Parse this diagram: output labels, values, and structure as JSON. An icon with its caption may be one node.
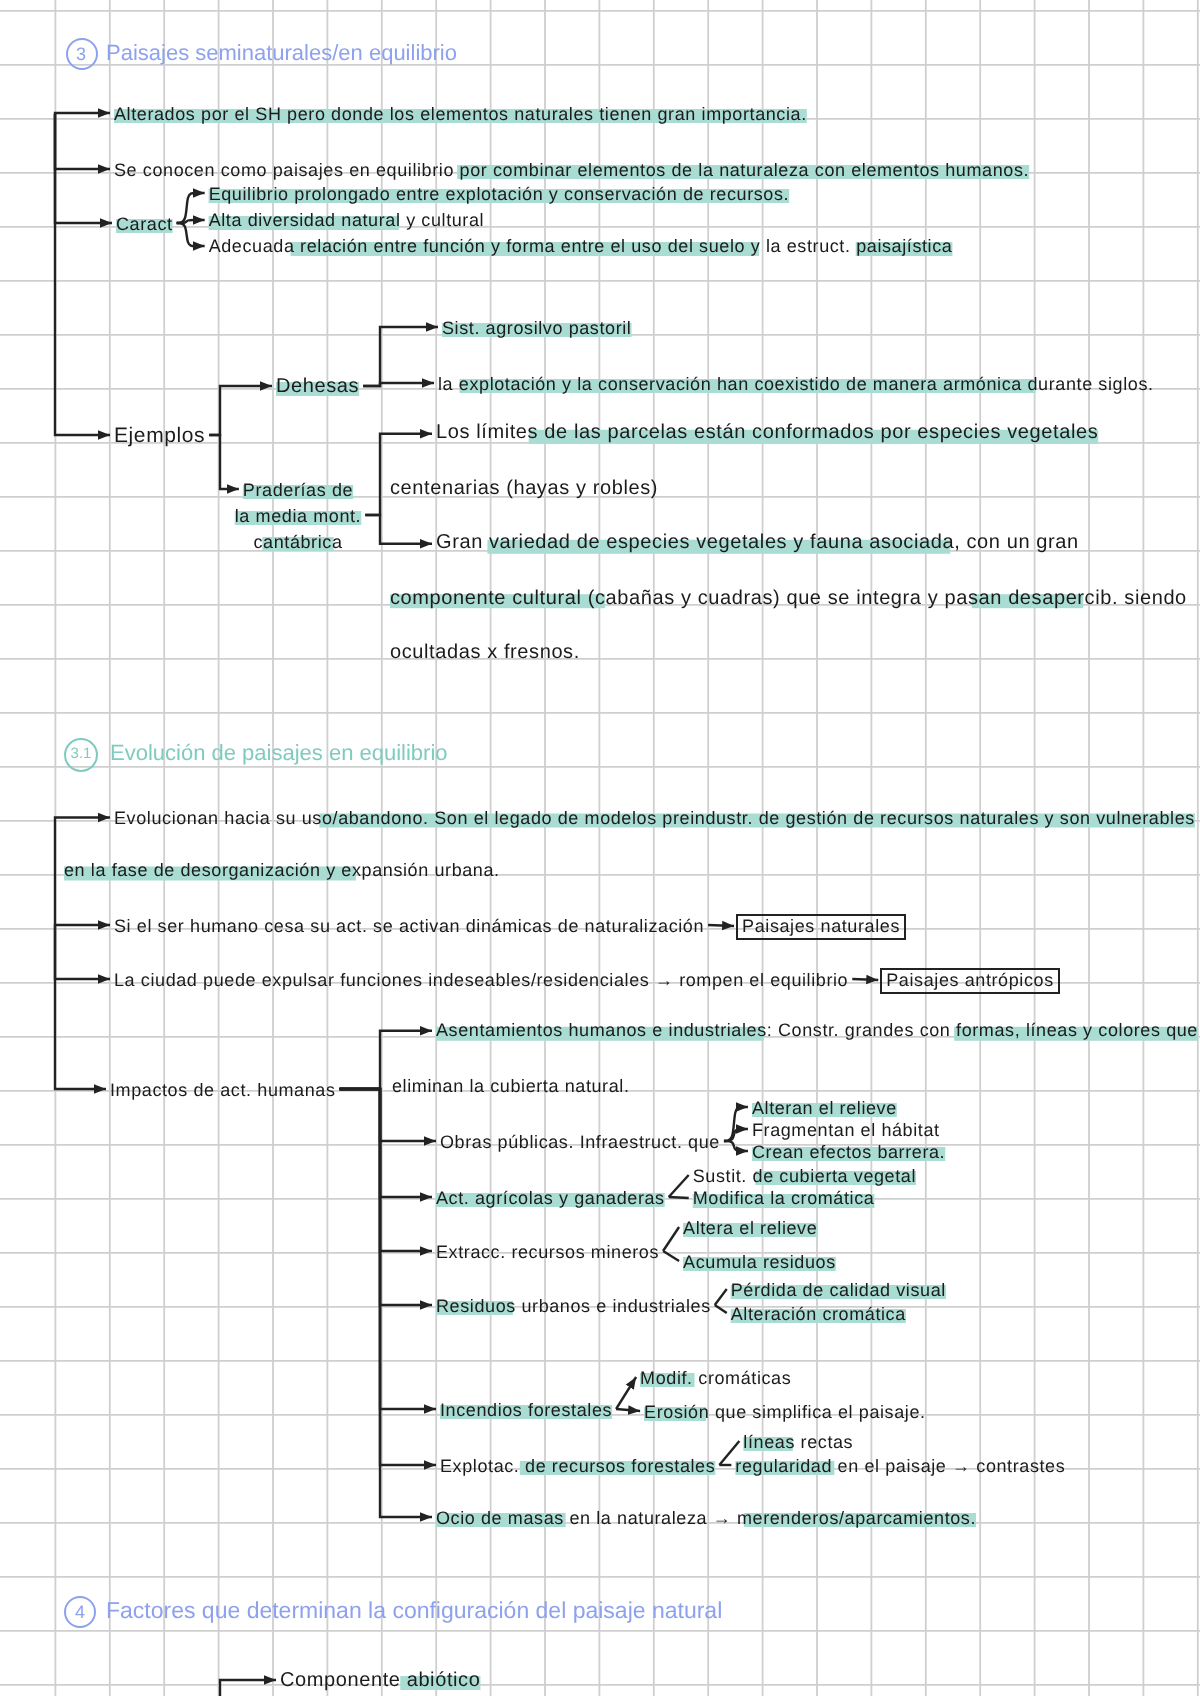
{
  "diagram": {
    "nodes": [
      {
        "text": [
          "3"
        ],
        "beside": [
          "Paisajes seminaturales/en equilibrio"
        ]
      },
      {
        "text": [
          "Alterados por el SH pero donde los elementos naturales tienen gran importancia."
        ]
      },
      {
        "text": [
          "Se conocen como paisajes en equilibrio por combinar elementos de la naturaleza con elementos humanos."
        ]
      },
      {
        "text": [
          "Caract"
        ]
      },
      {
        "text": [
          "Equilibrio prolongado entre explotación y conservación de recursos."
        ]
      },
      {
        "text": [
          "Alta diversidad natural y cultural"
        ]
      },
      {
        "text": [
          "Adecuada relación entre función y forma entre el uso del suelo y la estruct. paisajística"
        ]
      },
      {
        "text": [
          "Ejemplos"
        ]
      },
      {
        "text": [
          "Dehesas"
        ]
      },
      {
        "text": [
          "Sist. agrosilvo pastoril"
        ]
      },
      {
        "text": [
          "la explotación y la conservación han coexistido de manera armónica durante siglos."
        ]
      },
      {
        "text": [
          "Praderías de la media mont. cantábrica"
        ]
      },
      {
        "text": [
          "Los límites de las parcelas están conformados por especies vegetales centenarias (hayas y robles)"
        ]
      },
      {
        "text": [
          "Gran variedad de especies vegetales y fauna asociada, con un gran componente cultural (cabañas y cuadras) que se integra y pasan desapercib. siendo ocultadas x fresnos."
        ]
      },
      {
        "text": [
          "3.1"
        ],
        "beside": [
          "Evolución de paisajes en equilibrio"
        ]
      },
      {
        "text": [
          "Evolucionan hacia su uso/abandono. Son el legado de modelos preindustr. de gestión de recursos naturales y son vulnerables en la fase de desorganización y expansión urbana."
        ]
      },
      {
        "text": [
          "Si el ser humano cesa su act. se activan dinámicas de naturalización"
        ]
      },
      {
        "text": [
          "Paisajes naturales"
        ]
      },
      {
        "text": [
          "La ciudad puede expulsar funciones indeseables/residenciales → rompen el equilibrio"
        ]
      },
      {
        "text": [
          "Paisajes antrópicos"
        ]
      },
      {
        "text": [
          "Impactos de act. humanas"
        ]
      },
      {
        "text": [
          "Asentamientos humanos e industriales: Constr. grandes con formas, líneas y colores que eliminan la cubierta natural."
        ]
      },
      {
        "text": [
          "Obras públicas. Infraestruct. que"
        ]
      },
      {
        "text": [
          "Alteran el relieve"
        ]
      },
      {
        "text": [
          "Fragmentan el hábitat"
        ]
      },
      {
        "text": [
          "Crean efectos barrera."
        ]
      },
      {
        "text": [
          "Act. agrícolas y ganaderas"
        ]
      },
      {
        "text": [
          "Sustit. de cubierta vegetal"
        ]
      },
      {
        "text": [
          "Modifica la cromática"
        ]
      },
      {
        "text": [
          "Extracc. recursos mineros"
        ]
      },
      {
        "text": [
          "Altera el relieve"
        ]
      },
      {
        "text": [
          "Acumula residuos"
        ]
      },
      {
        "text": [
          "Residuos urbanos e industriales"
        ]
      },
      {
        "text": [
          "Pérdida de calidad visual"
        ]
      },
      {
        "text": [
          "Alteración cromática"
        ]
      },
      {
        "text": [
          "Incendios forestales"
        ]
      },
      {
        "text": [
          "Modif. cromáticas"
        ]
      },
      {
        "text": [
          "Erosión que simplifica el paisaje."
        ]
      },
      {
        "text": [
          "Explotac. de recursos forestales"
        ]
      },
      {
        "text": [
          "líneas rectas"
        ]
      },
      {
        "text": [
          "regularidad en el paisaje → contrastes"
        ]
      },
      {
        "text": [
          "Ocio de masas en la naturaleza → merenderos/aparcamientos."
        ]
      },
      {
        "text": [
          "4"
        ],
        "beside": [
          "Factores que determinan la configuración del paisaje natural"
        ]
      },
      {
        "text": [
          "Componente abiótico"
        ]
      }
    ],
    "edges": [
      {
        "from": null,
        "to": 1,
        "arrow": "to"
      },
      {
        "from": null,
        "to": 2,
        "arrow": "to"
      },
      {
        "from": null,
        "to": 3,
        "arrow": "to"
      },
      {
        "from": null,
        "to": 7,
        "arrow": "to"
      },
      {
        "from": 3,
        "to": 4,
        "arrow": "to"
      },
      {
        "from": 3,
        "to": 5,
        "arrow": "to"
      },
      {
        "from": 3,
        "to": 6,
        "arrow": "to"
      },
      {
        "from": 7,
        "to": 8,
        "arrow": "to"
      },
      {
        "from": 7,
        "to": 11,
        "arrow": "to"
      },
      {
        "from": 8,
        "to": 9,
        "arrow": "to"
      },
      {
        "from": 8,
        "to": 10,
        "arrow": "to"
      },
      {
        "from": 11,
        "to": 12,
        "arrow": "to"
      },
      {
        "from": 11,
        "to": 13,
        "arrow": "to"
      },
      {
        "from": null,
        "to": 15,
        "arrow": "to"
      },
      {
        "from": null,
        "to": 16,
        "arrow": "to"
      },
      {
        "from": null,
        "to": 18,
        "arrow": "to"
      },
      {
        "from": null,
        "to": 20,
        "arrow": "to"
      },
      {
        "from": 16,
        "to": 17,
        "arrow": "to"
      },
      {
        "from": 18,
        "to": 19,
        "arrow": "to"
      },
      {
        "from": 20,
        "to": 21,
        "arrow": "to"
      },
      {
        "from": 20,
        "to": 22,
        "arrow": "to"
      },
      {
        "from": 20,
        "to": 26,
        "arrow": "to"
      },
      {
        "from": 20,
        "to": 29,
        "arrow": "to"
      },
      {
        "from": 20,
        "to": 32,
        "arrow": "to"
      },
      {
        "from": 20,
        "to": 35,
        "arrow": "to"
      },
      {
        "from": 20,
        "to": 38,
        "arrow": "to"
      },
      {
        "from": 20,
        "to": 41,
        "arrow": "to"
      },
      {
        "from": 22,
        "to": 23,
        "arrow": "to"
      },
      {
        "from": 22,
        "to": 24,
        "arrow": "to"
      },
      {
        "from": 22,
        "to": 25,
        "arrow": "to"
      },
      {
        "from": 26,
        "to": 27,
        "arrow": "none"
      },
      {
        "from": 26,
        "to": 28,
        "arrow": "none"
      },
      {
        "from": 29,
        "to": 30,
        "arrow": "none"
      },
      {
        "from": 29,
        "to": 31,
        "arrow": "none"
      },
      {
        "from": 32,
        "to": 33,
        "arrow": "none"
      },
      {
        "from": 32,
        "to": 34,
        "arrow": "none"
      },
      {
        "from": 35,
        "to": 36,
        "arrow": "to"
      },
      {
        "from": 35,
        "to": 37,
        "arrow": "to"
      },
      {
        "from": 38,
        "to": 39,
        "arrow": "none"
      },
      {
        "from": 38,
        "to": 40,
        "arrow": "none"
      },
      {
        "from": null,
        "to": 43,
        "arrow": "to"
      }
    ]
  }
}
